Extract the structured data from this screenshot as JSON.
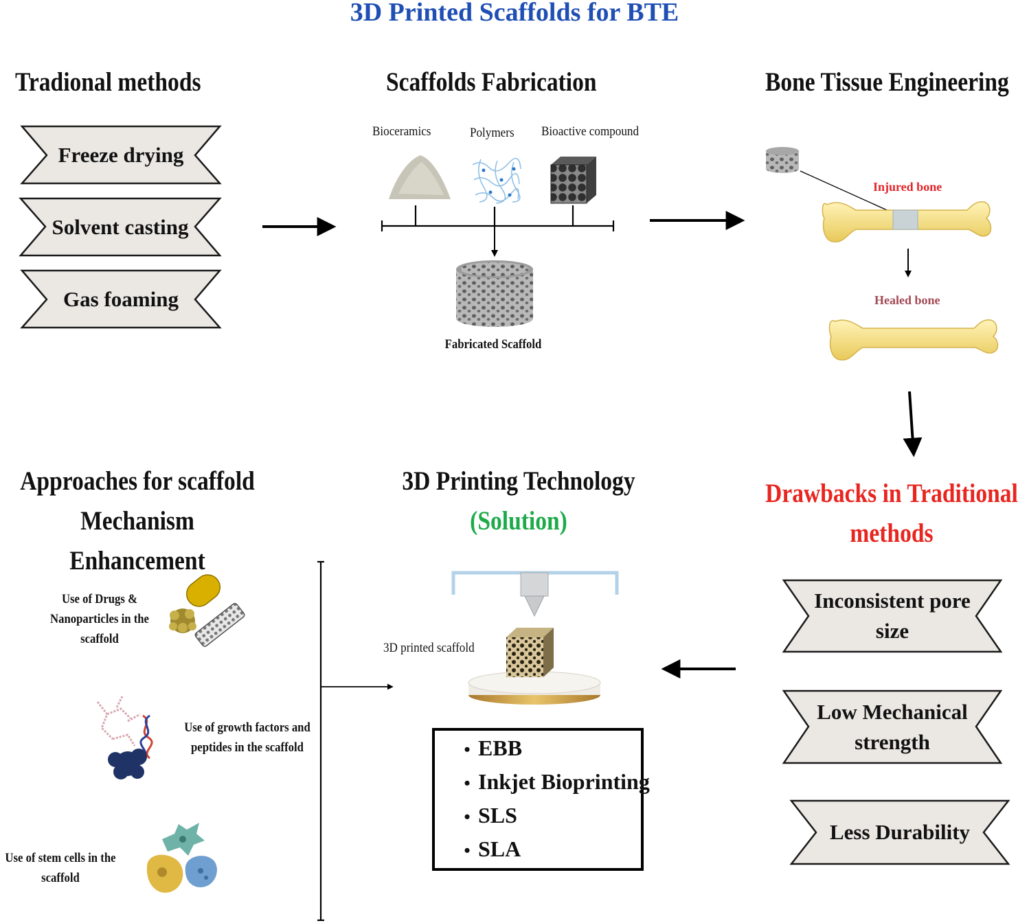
{
  "title": "3D Printed Scaffolds for BTE",
  "sections": {
    "traditional": "Tradional methods",
    "fabrication": "Scaffolds Fabrication",
    "bte": "Bone Tissue Engineering",
    "approaches_line1": "Approaches for scaffold",
    "approaches_line2": "Mechanism Enhancement",
    "printing_line1": "3D Printing Technology",
    "printing_line2": "(Solution)",
    "drawbacks_line1": "Drawbacks in Traditional",
    "drawbacks_line2": "methods"
  },
  "traditional_methods": [
    "Freeze drying",
    "Solvent casting",
    "Gas foaming"
  ],
  "materials": [
    "Bioceramics",
    "Polymers",
    "Bioactive compound"
  ],
  "fabricated_label": "Fabricated Scaffold",
  "bone": {
    "injured": "Injured bone",
    "healed": "Healed bone"
  },
  "drawbacks": [
    {
      "line1": "Inconsistent pore",
      "line2": "size"
    },
    {
      "line1": "Low Mechanical",
      "line2": "strength"
    },
    {
      "line1": "Less Durability",
      "line2": ""
    }
  ],
  "printed_label": "3D printed scaffold",
  "techniques": [
    "EBB",
    "Inkjet Bioprinting",
    "SLS",
    "SLA"
  ],
  "approaches": [
    {
      "line1": "Use of Drugs &",
      "line2": "Nanoparticles in the",
      "line3": "scaffold"
    },
    {
      "line1": "Use of growth factors and",
      "line2": "peptides in the scaffold"
    },
    {
      "line1": "Use of stem cells in the",
      "line2": "scaffold"
    }
  ],
  "colors": {
    "title": "#1f4fb4",
    "drawbacks": "#e8251f",
    "solution": "#1eaa4a",
    "banner_fill": "#ebe8e3"
  }
}
